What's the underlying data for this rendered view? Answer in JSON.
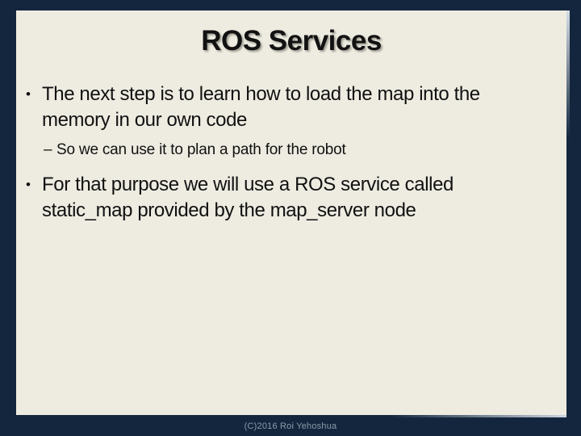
{
  "slide": {
    "title": "ROS Services",
    "markers": {
      "level1": "•",
      "level2": "–"
    },
    "bullets": [
      {
        "level": 1,
        "text": "The next step is to learn how to load the map into the\nmemory in our own code"
      },
      {
        "level": 2,
        "text": "So we can use it to plan a path for the robot"
      },
      {
        "level": 1,
        "text": "For that purpose we will use a ROS service called\nstatic_map provided by the map_server node"
      }
    ],
    "footer": "(C)2016 Roi Yehoshua",
    "colors": {
      "canvas_background": "#13263E",
      "slide_background": "#EEECE1",
      "text": "#111111",
      "footer_text": "#8C9BAA"
    }
  }
}
